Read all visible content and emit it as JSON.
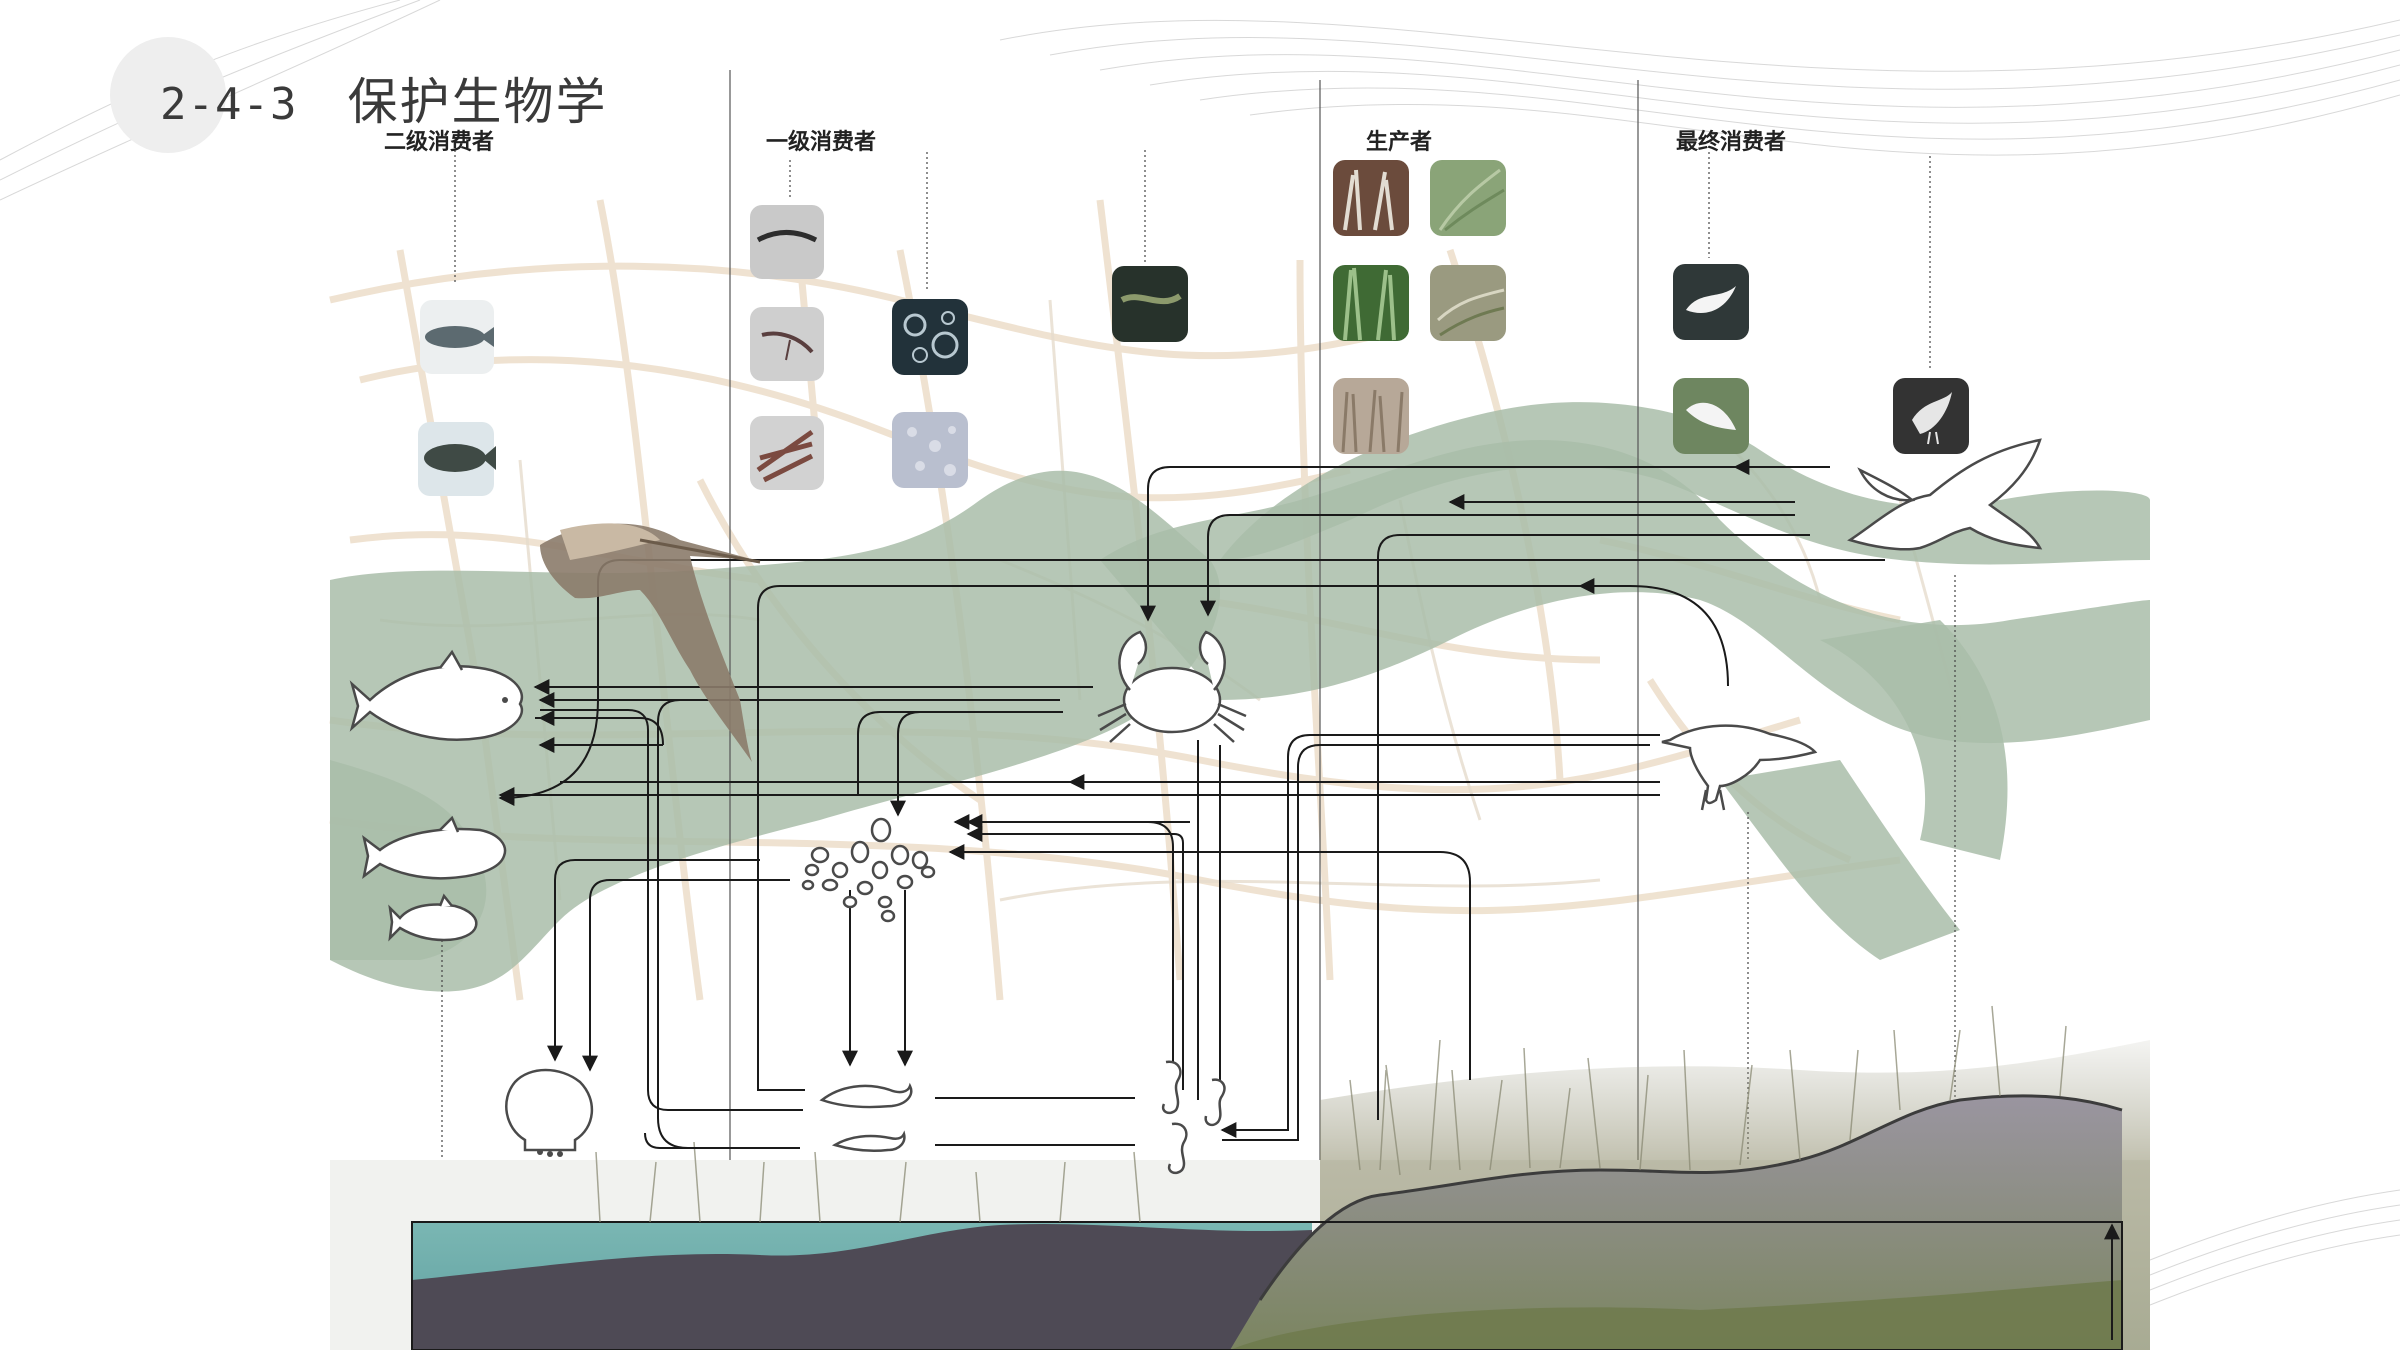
{
  "title": {
    "number": "2-4-3",
    "text": "保护生物学"
  },
  "categories": {
    "secondary": "二级消费者",
    "primary": "一级消费者",
    "producer": "生产者",
    "final": "最终消费者"
  },
  "colors": {
    "river": "#a9bda9",
    "roads": "#e8d9c4",
    "water": "#6ea9a6",
    "soil": "#5b5460",
    "grass": "#8b8a64",
    "slope": "#8c8894",
    "arrow": "#1a1a1a",
    "guide": "#555555"
  },
  "icons": [
    "fish-icon",
    "crab-icon",
    "pelican-icon",
    "heron-icon",
    "egret-icon",
    "plankton-icon",
    "shrimp-icon",
    "seahorse-icon",
    "shell-icon",
    "eel-photo",
    "reed-photo"
  ]
}
